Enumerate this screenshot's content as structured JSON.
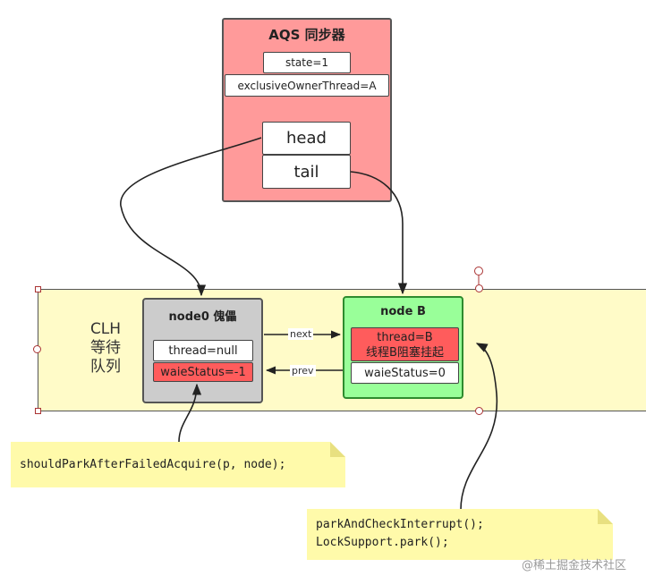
{
  "aqs": {
    "title": "AQS 同步器",
    "state": "state=1",
    "exclusive_owner": "exclusiveOwnerThread=A",
    "head": "head",
    "tail": "tail"
  },
  "clh": {
    "label": "CLH\n等待\n队列"
  },
  "node0": {
    "title": "node0 傀儡",
    "thread": "thread=null",
    "wait_status": "waieStatus=-1"
  },
  "nodeB": {
    "title": "node B",
    "thread_line1": "thread=B",
    "thread_line2": "线程B阻塞挂起",
    "wait_status": "waieStatus=0"
  },
  "edges": {
    "next": "next",
    "prev": "prev"
  },
  "notes": {
    "should_park": "shouldParkAfterFailedAcquire(p, node);",
    "park_line1": "parkAndCheckInterrupt();",
    "park_line2": "LockSupport.park();"
  },
  "watermark": "@稀土掘金技术社区",
  "colors": {
    "aqs_fill": "#ff9a9a",
    "clh_fill": "#fffbc8",
    "node0_fill": "#cccccc",
    "nodeB_fill": "#99ff99",
    "blocked_fill": "#ff5c5c",
    "note_fill": "#fffaaa"
  }
}
